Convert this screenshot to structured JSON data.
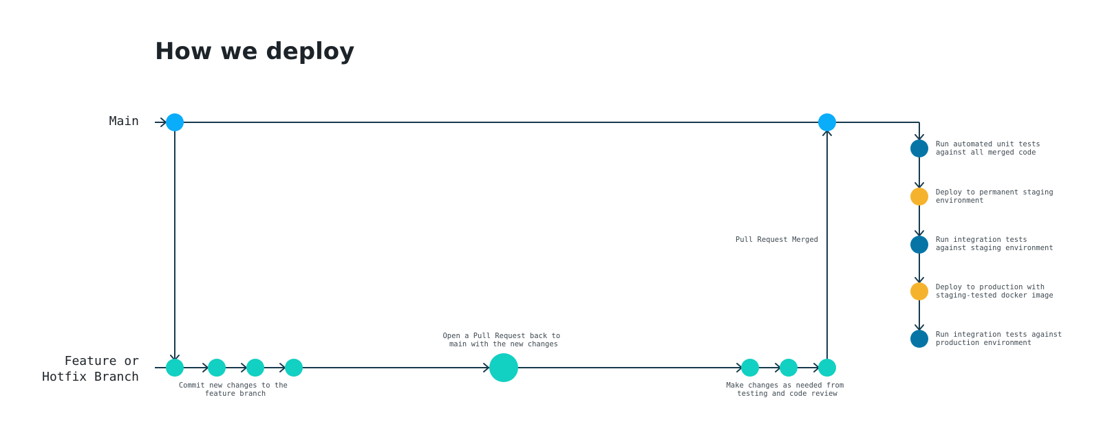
{
  "title": "How we deploy",
  "lanes": {
    "main": "Main",
    "feature_line1": "Feature or",
    "feature_line2": "Hotfix Branch"
  },
  "notes": {
    "commit": [
      "Commit new changes to the",
      "feature branch"
    ],
    "open_pr": [
      "Open a Pull Request back to",
      "main with the new changes"
    ],
    "make_changes": [
      "Make changes as needed from",
      "testing and code review"
    ],
    "merged": [
      "Pull Request Merged"
    ]
  },
  "pipeline": [
    {
      "lines": [
        "Run automated unit tests",
        "against all merged code"
      ],
      "kind": "test"
    },
    {
      "lines": [
        "Deploy to permanent staging",
        "environment"
      ],
      "kind": "deploy"
    },
    {
      "lines": [
        "Run integration tests",
        "against staging environment"
      ],
      "kind": "test"
    },
    {
      "lines": [
        "Deploy to production with",
        "staging-tested docker image"
      ],
      "kind": "deploy"
    },
    {
      "lines": [
        "Run integration tests against",
        "production environment"
      ],
      "kind": "test"
    }
  ],
  "colors": {
    "main_node": "#0aadfa",
    "branch_node": "#12d0c2",
    "test_node": "#0675a6",
    "deploy_node": "#f5b32d",
    "line": "#173a4d",
    "text": "#1c2329"
  }
}
